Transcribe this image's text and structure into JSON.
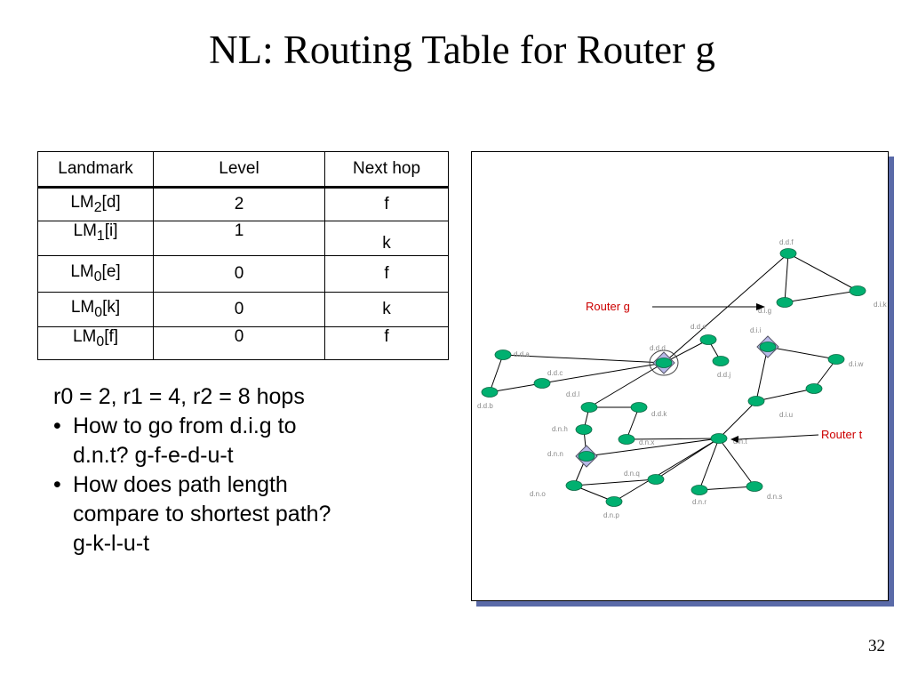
{
  "slide": {
    "title": "NL: Routing Table for Router g",
    "page_number": "32"
  },
  "table": {
    "headers": [
      "Landmark",
      "Level",
      "Next hop"
    ],
    "rows": [
      {
        "lm_base": "LM",
        "lm_sub": "2",
        "lm_arg": "[d]",
        "level": "2",
        "next_hop": "f"
      },
      {
        "lm_base": "LM",
        "lm_sub": "1",
        "lm_arg": "[i]",
        "level": "1",
        "next_hop": "k"
      },
      {
        "lm_base": "LM",
        "lm_sub": "0",
        "lm_arg": "[e]",
        "level": "0",
        "next_hop": "f"
      },
      {
        "lm_base": "LM",
        "lm_sub": "0",
        "lm_arg": "[k]",
        "level": "0",
        "next_hop": "k"
      },
      {
        "lm_base": "LM",
        "lm_sub": "0",
        "lm_arg": "[f]",
        "level": "0",
        "next_hop": "f"
      }
    ]
  },
  "notes": {
    "hops_line": "r0 = 2, r1 = 4, r2 = 8 hops",
    "bullet1": [
      "How to go from d.i.g to",
      "d.n.t? g-f-e-d-u-t"
    ],
    "bullet2": [
      "How does path length",
      "compare to shortest path?",
      "g-k-l-u-t"
    ]
  },
  "diagram": {
    "node_color": "#00b070",
    "landmark_fill": "#b8b8e8",
    "label_color": "#8a8a8a",
    "callout_color": "#cc0000",
    "callouts": {
      "router_g": "Router g",
      "router_t": "Router t"
    },
    "nodes": [
      {
        "id": "d.d.f",
        "label": "d.d.f"
      },
      {
        "id": "d.i.k",
        "label": "d.i.k"
      },
      {
        "id": "d.i.g",
        "label": "d.i.g"
      },
      {
        "id": "d.d.e",
        "label": "d.d.e"
      },
      {
        "id": "d.i.i",
        "label": "d.i.i"
      },
      {
        "id": "d.d.d",
        "label": "d.d.d"
      },
      {
        "id": "d.d.a",
        "label": "d.d.a"
      },
      {
        "id": "d.d.j",
        "label": "d.d.j"
      },
      {
        "id": "d.i.w",
        "label": "d.i.w"
      },
      {
        "id": "d.d.b",
        "label": "d.d.b"
      },
      {
        "id": "d.d.c",
        "label": "d.d.c"
      },
      {
        "id": "d.d.l",
        "label": "d.d.l"
      },
      {
        "id": "d.d.k",
        "label": "d.d.k"
      },
      {
        "id": "d.i.u",
        "label": "d.i.u"
      },
      {
        "id": "d.i.w2",
        "label": ""
      },
      {
        "id": "d.n.h",
        "label": "d.n.h"
      },
      {
        "id": "d.n.x",
        "label": "d.n.x"
      },
      {
        "id": "d.n.t",
        "label": "d.n.t"
      },
      {
        "id": "d.n.n",
        "label": "d.n.n"
      },
      {
        "id": "d.n.q",
        "label": "d.n.q"
      },
      {
        "id": "d.n.o",
        "label": "d.n.o"
      },
      {
        "id": "d.n.s",
        "label": "d.n.s"
      },
      {
        "id": "d.n.p",
        "label": "d.n.p"
      },
      {
        "id": "d.n.r",
        "label": "d.n.r"
      }
    ],
    "edges": [
      [
        "d.d.f",
        "d.i.k"
      ],
      [
        "d.d.f",
        "d.i.g"
      ],
      [
        "d.i.g",
        "d.i.k"
      ],
      [
        "d.d.f",
        "d.d.d"
      ],
      [
        "d.d.d",
        "d.d.a"
      ],
      [
        "d.d.a",
        "d.d.b"
      ],
      [
        "d.d.b",
        "d.d.c"
      ],
      [
        "d.d.c",
        "d.d.d"
      ],
      [
        "d.d.e",
        "d.d.d"
      ],
      [
        "d.d.e",
        "d.d.j"
      ],
      [
        "d.d.d",
        "d.d.l"
      ],
      [
        "d.d.l",
        "d.d.k"
      ],
      [
        "d.d.l",
        "d.n.h"
      ],
      [
        "d.d.k",
        "d.n.x"
      ],
      [
        "d.i.i",
        "d.i.w"
      ],
      [
        "d.i.w",
        "d.i.w2"
      ],
      [
        "d.i.w2",
        "d.i.u"
      ],
      [
        "d.i.i",
        "d.i.u"
      ],
      [
        "d.i.u",
        "d.n.t"
      ],
      [
        "d.n.h",
        "d.n.n"
      ],
      [
        "d.n.n",
        "d.n.t"
      ],
      [
        "d.n.n",
        "d.n.o"
      ],
      [
        "d.n.o",
        "d.n.q"
      ],
      [
        "d.n.o",
        "d.n.p"
      ],
      [
        "d.n.t",
        "d.n.q"
      ],
      [
        "d.n.t",
        "d.n.p"
      ],
      [
        "d.n.t",
        "d.n.r"
      ],
      [
        "d.n.t",
        "d.n.s"
      ],
      [
        "d.n.r",
        "d.n.s"
      ],
      [
        "d.n.x",
        "d.n.t"
      ]
    ],
    "landmarks": [
      "d.d.d",
      "d.i.i",
      "d.n.n"
    ]
  }
}
